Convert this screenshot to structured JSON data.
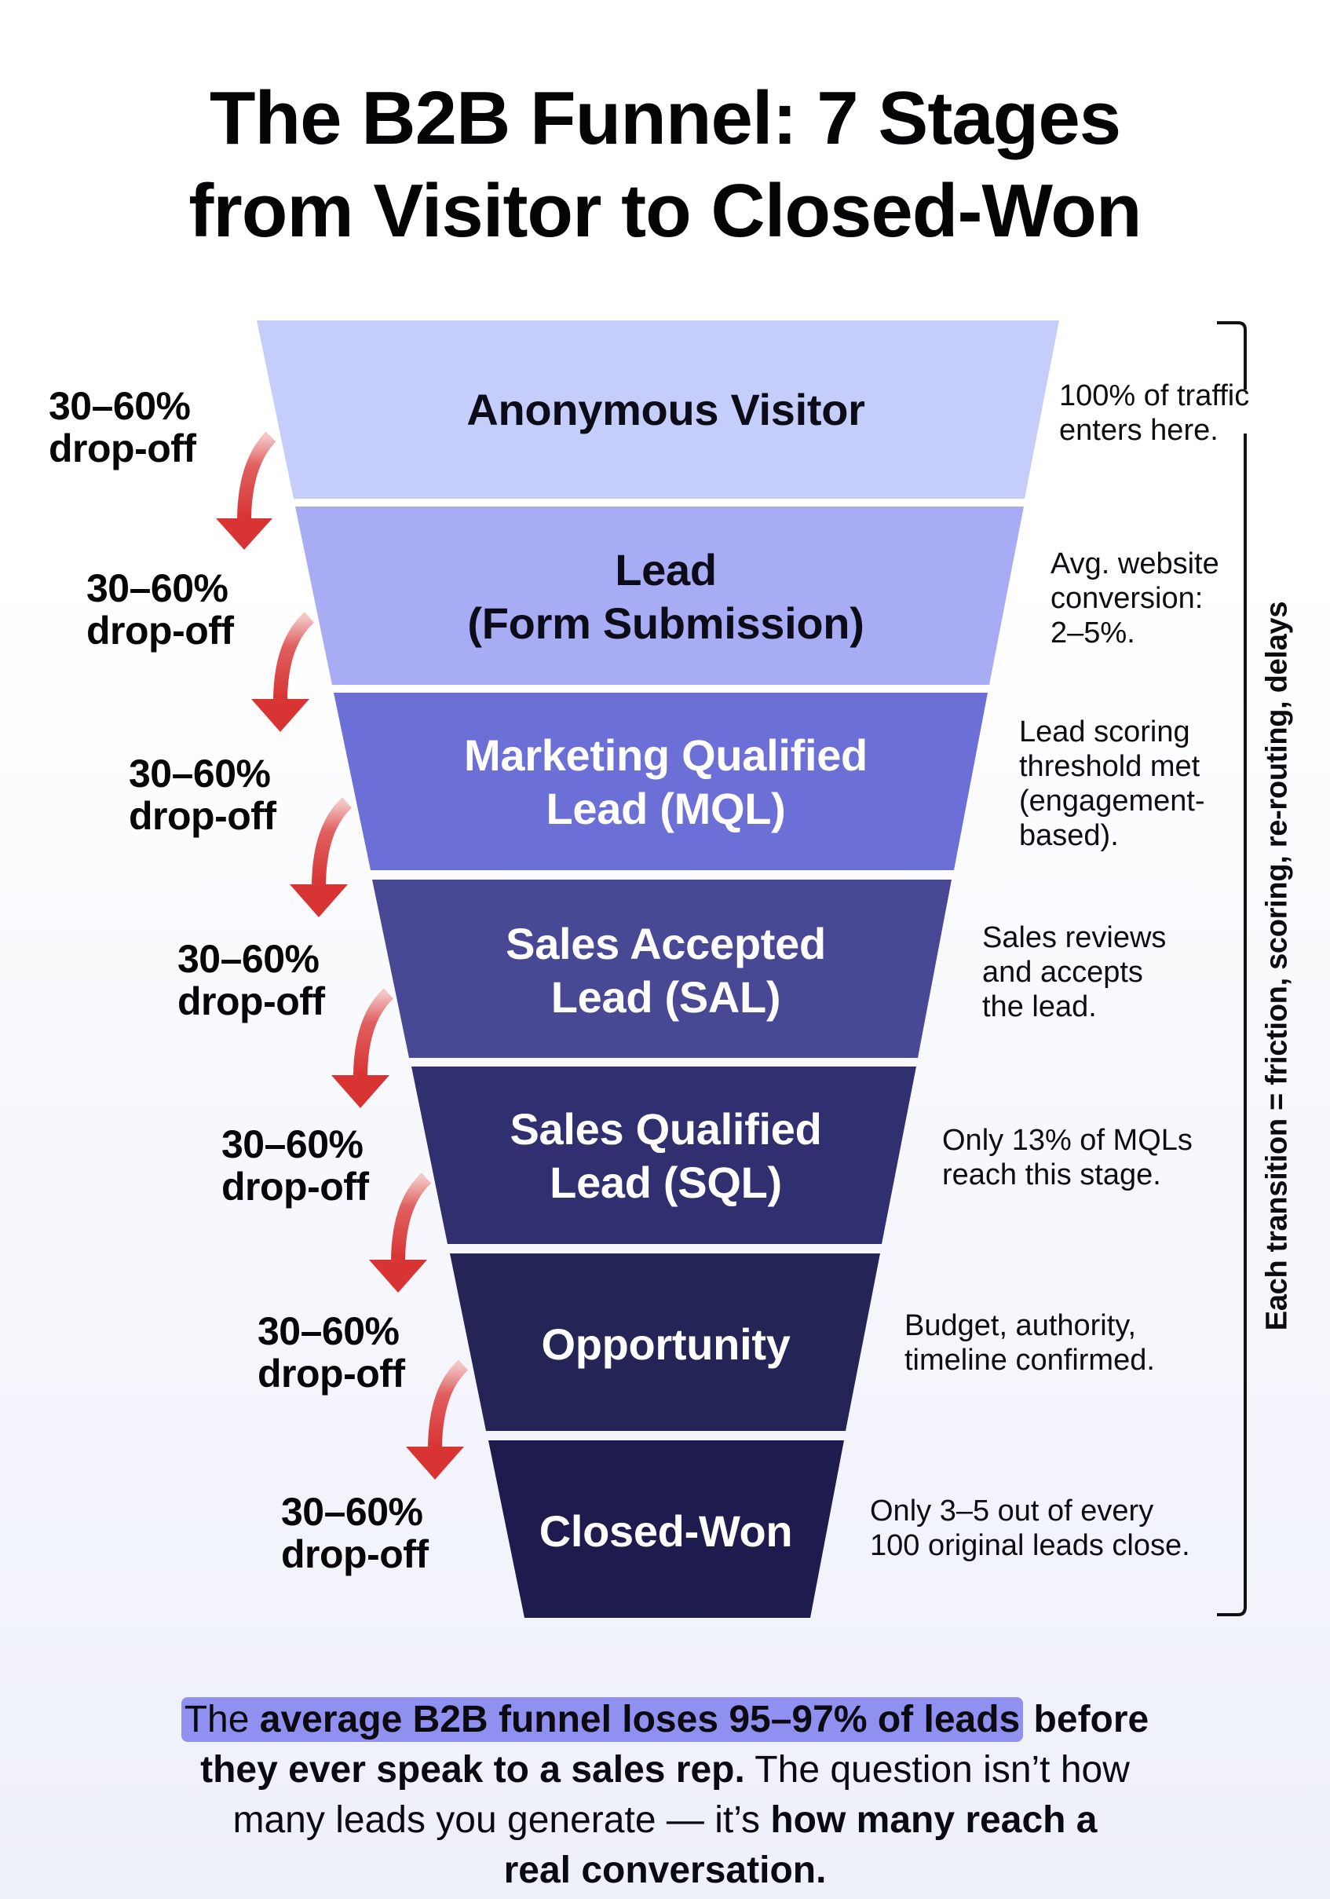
{
  "title": {
    "line1": "The B2B Funnel: 7 Stages",
    "line2": "from Visitor to Closed-Won"
  },
  "colors": {
    "stage_fills": [
      "#c5cefb",
      "#a8acf5",
      "#6c6fd6",
      "#484895",
      "#303070",
      "#242456",
      "#1e1c4f"
    ],
    "arrow": "#d93636",
    "highlight": "#8f90f0",
    "background": "#ffffff"
  },
  "stages": [
    {
      "name": "Anonymous Visitor",
      "lines": [
        "Anonymous Visitor"
      ],
      "note": [
        "100% of traffic",
        "enters here."
      ]
    },
    {
      "name": "Lead (Form Submission)",
      "lines": [
        "Lead",
        "(Form Submission)"
      ],
      "note": [
        "Avg. website",
        "conversion:",
        "2–5%."
      ]
    },
    {
      "name": "Marketing Qualified Lead (MQL)",
      "lines": [
        "Marketing Qualified",
        "Lead (MQL)"
      ],
      "note": [
        "Lead scoring",
        "threshold met",
        "(engagement-",
        "based)."
      ]
    },
    {
      "name": "Sales Accepted Lead (SAL)",
      "lines": [
        "Sales Accepted",
        "Lead (SAL)"
      ],
      "note": [
        "Sales reviews",
        "and accepts",
        "the lead."
      ]
    },
    {
      "name": "Sales Qualified Lead (SQL)",
      "lines": [
        "Sales Qualified",
        "Lead (SQL)"
      ],
      "note": [
        "Only 13% of MQLs",
        "reach this stage."
      ]
    },
    {
      "name": "Opportunity",
      "lines": [
        "Opportunity"
      ],
      "note": [
        "Budget, authority,",
        "timeline confirmed."
      ]
    },
    {
      "name": "Closed-Won",
      "lines": [
        "Closed-Won"
      ],
      "note": [
        "Only 3–5 out of every",
        "100 original leads close."
      ]
    }
  ],
  "dropoffs": [
    {
      "pct": "30–60%",
      "label": "drop-off"
    },
    {
      "pct": "30–60%",
      "label": "drop-off"
    },
    {
      "pct": "30–60%",
      "label": "drop-off"
    },
    {
      "pct": "30–60%",
      "label": "drop-off"
    },
    {
      "pct": "30–60%",
      "label": "drop-off"
    },
    {
      "pct": "30–60%",
      "label": "drop-off"
    },
    {
      "pct": "30–60%",
      "label": "drop-off"
    }
  ],
  "bracket_label": "Each transition = friction, scoring, re-routing, delays",
  "footer": {
    "hl_plain": "The ",
    "hl_bold": "average B2B funnel loses 95–97% of leads",
    "after_hl_bold": " before",
    "line2_bold": "they ever speak to a sales rep.",
    "line2_plain": " The question isn’t how",
    "line3_plain": "many leads you generate — it’s ",
    "line3_bold": "how many reach a",
    "line4_bold": "real conversation."
  }
}
